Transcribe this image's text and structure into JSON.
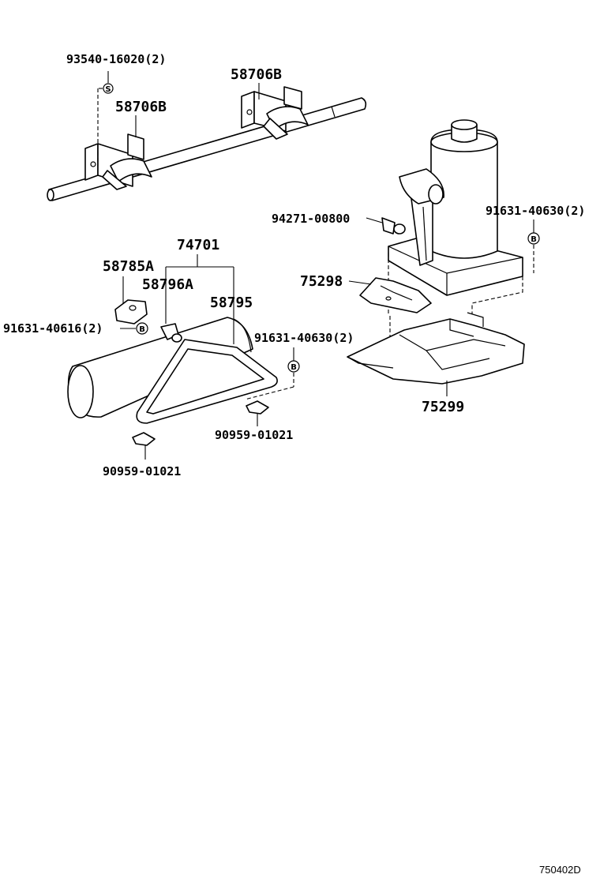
{
  "labels": {
    "p93540": "93540-16020(2)",
    "p58706b_top": "58706B",
    "p58706b_left": "58706B",
    "p94271": "94271-00800",
    "p91631_40630_right": "91631-40630(2)",
    "p74701": "74701",
    "p58785a": "58785A",
    "p58796a": "58796A",
    "p58795": "58795",
    "p91631_40616": "91631-40616(2)",
    "p91631_40630_mid": "91631-40630(2)",
    "p75298": "75298",
    "p75299": "75299",
    "p90959_right": "90959-01021",
    "p90959_left": "90959-01021"
  },
  "markers": {
    "s": "S",
    "b": "B"
  },
  "footer": {
    "code": "750402D"
  }
}
